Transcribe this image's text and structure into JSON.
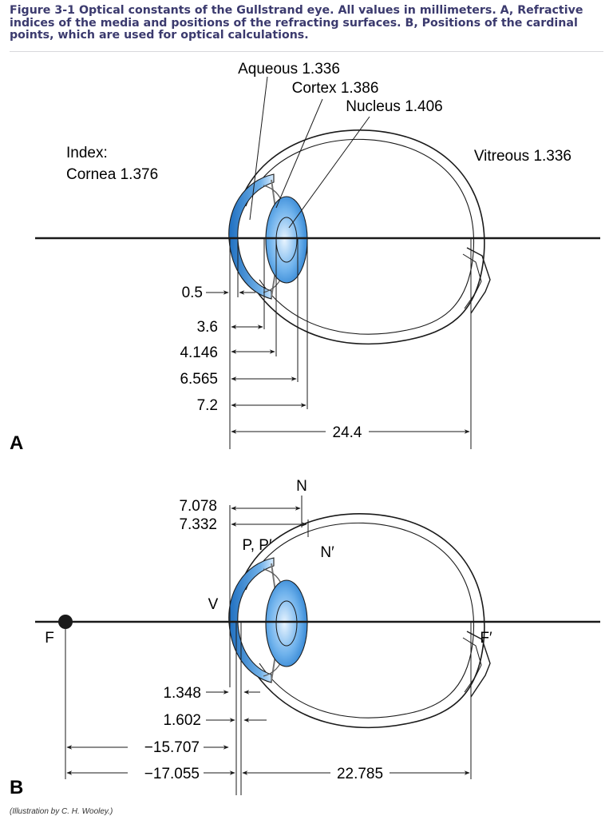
{
  "caption": "Figure 3-1 Optical constants of the Gullstrand eye. All values in millimeters. A, Refractive indices of the media and positions of the refracting surfaces. B, Positions of the cardinal points, which are used for optical calculations.",
  "colors": {
    "caption": "#3b3a6e",
    "lens_blue": "#2a7fd0",
    "line": "#1a1a1a"
  },
  "panel_a": {
    "label": "A",
    "aqueous": "Aqueous 1.336",
    "cortex": "Cortex 1.386",
    "nucleus": "Nucleus 1.406",
    "index_title": "Index:",
    "cornea": "Cornea 1.376",
    "vitreous": "Vitreous 1.336",
    "dims": [
      "0.5",
      "3.6",
      "4.146",
      "6.565",
      "7.2",
      "24.4"
    ]
  },
  "panel_b": {
    "label": "B",
    "n": "N",
    "n_prime": "N′",
    "p": "P, P′",
    "v": "V",
    "f": "F",
    "f_prime": "F′",
    "dims": [
      "7.078",
      "7.332",
      "1.348",
      "1.602",
      "−15.707",
      "−17.055",
      "22.785"
    ]
  },
  "credit": "(Illustration by C. H. Wooley.)"
}
